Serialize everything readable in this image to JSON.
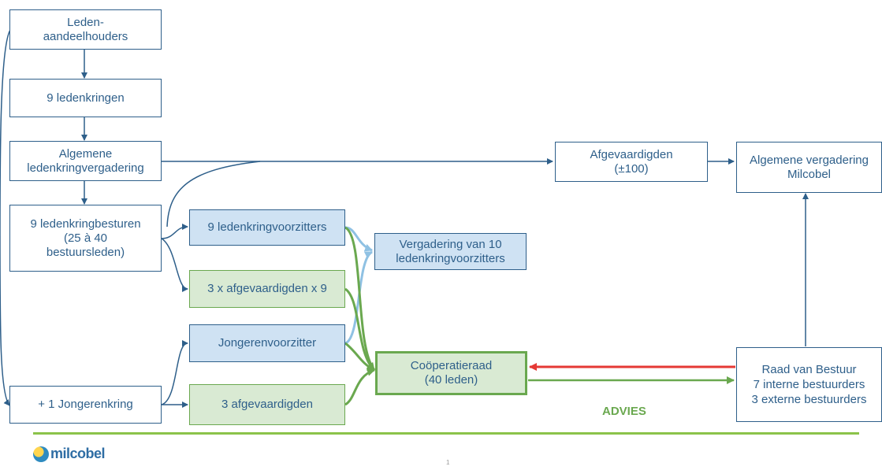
{
  "boxes": {
    "leden_aandeelhouders": "Leden-\naandeelhouders",
    "ledenkringen": "9 ledenkringen",
    "algemene_ledenkringvergadering": "Algemene\nledenkringvergadering",
    "ledenkringbesturen": "9 ledenkringbesturen\n(25 à 40\nbestuursleden)",
    "jongerenkring": "+ 1 Jongerenkring",
    "ledenkringvoorzitters": "9 ledenkringvoorzitters",
    "afgevaardigden_x9": "3 x afgevaardigden x 9",
    "jongerenvoorzitter": "Jongerenvoorzitter",
    "drie_afgevaardigden": "3 afgevaardigden",
    "vergadering_10": "Vergadering van 10\nledenkringvoorzitters",
    "cooperatieraad": "Coöperatieraad\n(40 leden)",
    "afgevaardigden_100": "Afgevaardigden\n(±100)",
    "algemene_vergadering": "Algemene vergadering\nMilcobel",
    "raad_van_bestuur": "Raad van Bestuur\n7 interne bestuurders\n3 externe bestuurders"
  },
  "labels": {
    "advies": "ADVIES"
  },
  "footer": {
    "logo_text": "milcobel",
    "page_number": "1"
  },
  "colors": {
    "dark_blue": "#2e5f8a",
    "light_blue_fill": "#cfe2f3",
    "light_blue_line": "#8fc1e3",
    "green_fill": "#d9ead3",
    "green_line": "#6aa84f",
    "footer_green": "#8bc34a",
    "red_arrow": "#e53935"
  }
}
